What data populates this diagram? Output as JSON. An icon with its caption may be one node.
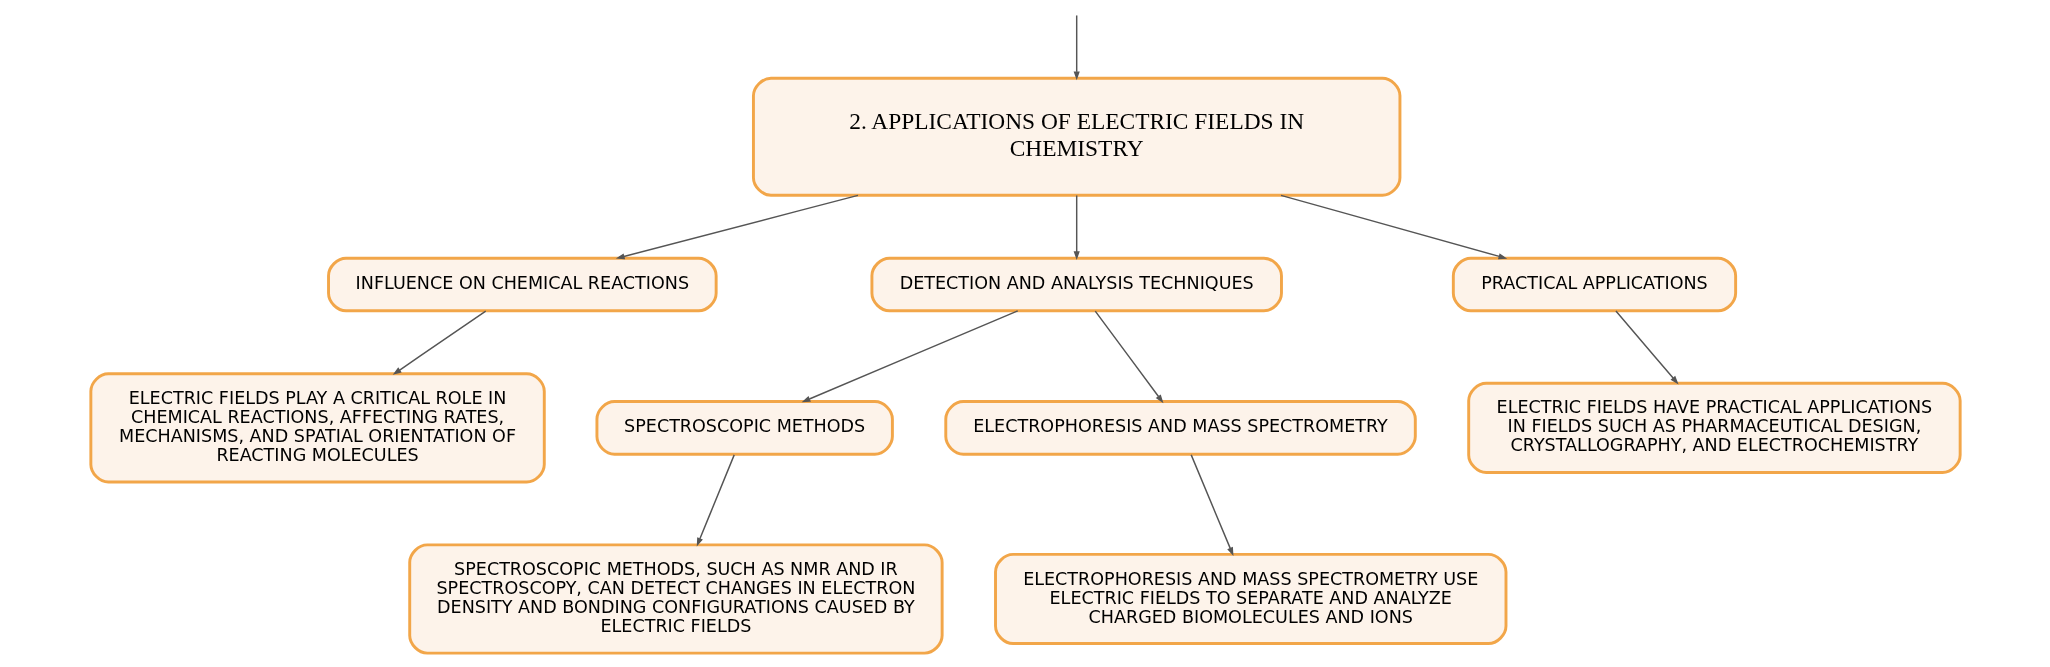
{
  "diagram": {
    "nodes": [
      {
        "text": [
          "2. APPLICATIONS OF ELECTRIC FIELDS IN CHEMISTRY"
        ]
      },
      {
        "text": [
          "INFLUENCE ON CHEMICAL REACTIONS"
        ]
      },
      {
        "text": [
          "DETECTION AND ANALYSIS TECHNIQUES"
        ]
      },
      {
        "text": [
          "PRACTICAL APPLICATIONS"
        ]
      },
      {
        "text": [
          "ELECTRIC FIELDS PLAY A CRITICAL ROLE IN CHEMICAL REACTIONS, AFFECTING RATES, MECHANISMS, AND SPATIAL ORIENTATION OF REACTING MOLECULES"
        ]
      },
      {
        "text": [
          "SPECTROSCOPIC METHODS"
        ]
      },
      {
        "text": [
          "ELECTROPHORESIS AND MASS SPECTROMETRY"
        ]
      },
      {
        "text": [
          "SPECTROSCOPIC METHODS, SUCH AS NMR AND IR SPECTROSCOPY, CAN DETECT CHANGES IN ELECTRON DENSITY AND BONDING CONFIGURATIONS CAUSED BY ELECTRIC FIELDS"
        ]
      },
      {
        "text": [
          "ELECTROPHORESIS AND MASS SPECTROMETRY USE ELECTRIC FIELDS TO SEPARATE AND ANALYZE CHARGED BIOMOLECULES AND IONS"
        ]
      },
      {
        "text": [
          "ELECTRIC FIELDS HAVE PRACTICAL APPLICATIONS IN FIELDS SUCH AS PHARMACEUTICAL DESIGN, CRYSTALLOGRAPHY, AND ELECTROCHEMISTRY"
        ]
      }
    ],
    "edges": [
      {
        "from": null,
        "to": 0,
        "arrow": "to"
      },
      {
        "from": 0,
        "to": 1,
        "arrow": "to"
      },
      {
        "from": 0,
        "to": 2,
        "arrow": "to"
      },
      {
        "from": 0,
        "to": 3,
        "arrow": "to"
      },
      {
        "from": 1,
        "to": 4,
        "arrow": "to"
      },
      {
        "from": 2,
        "to": 5,
        "arrow": "to"
      },
      {
        "from": 2,
        "to": 6,
        "arrow": "to"
      },
      {
        "from": 5,
        "to": 7,
        "arrow": "to"
      },
      {
        "from": 6,
        "to": 8,
        "arrow": "to"
      },
      {
        "from": 3,
        "to": 9,
        "arrow": "to"
      }
    ]
  }
}
